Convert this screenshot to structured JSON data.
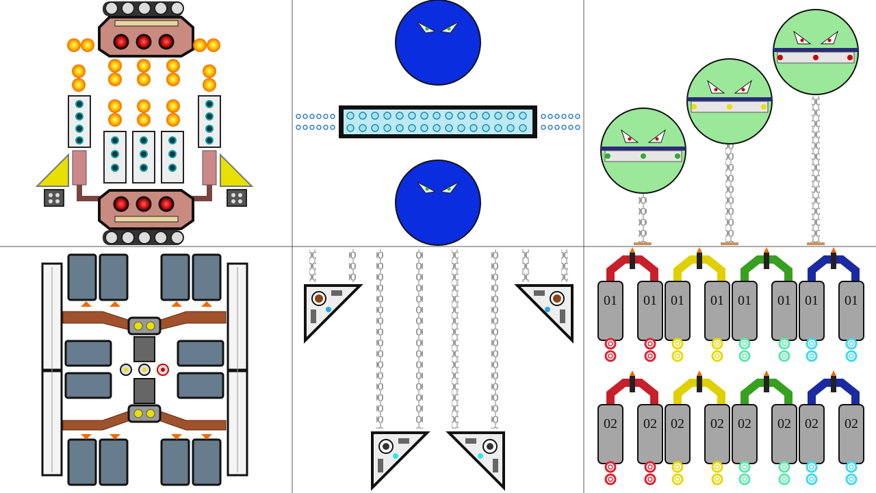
{
  "sheet": {
    "panels": [
      {
        "id": "boss-mech-topdown",
        "name": "boss mech top-down"
      },
      {
        "id": "blue-eyes-bar",
        "name": "blue orbs with laser bar"
      },
      {
        "id": "green-balloons",
        "name": "green chained orbs"
      },
      {
        "id": "turret-fortress",
        "name": "fortress turret layout"
      },
      {
        "id": "hanging-triangles",
        "name": "chained triangle turrets"
      },
      {
        "id": "numbered-pods",
        "name": "numbered pods"
      }
    ],
    "pod_labels": [
      "01",
      "02"
    ],
    "colors": {
      "background": "#ffffff",
      "grid_line": "#555555",
      "outline": "#111111",
      "mech_body": "#c98a80",
      "fire_outer": "#f07a00",
      "fire_inner": "#ffe600",
      "orb_blue": "#0a2de0",
      "orb_green": "#9be89b",
      "chain": "#bdbdbd",
      "bar_cyan": "#9fe6f5",
      "pod_gray": "#a6a6a6",
      "tank_slate": "#677c8c",
      "rust_pipe": "#a0522d",
      "warning_yellow": "#e8e000",
      "pod_red": "#c8202a",
      "pod_yellow": "#e0d000",
      "pod_green": "#38a020",
      "pod_blue": "#1a2aa0"
    }
  }
}
